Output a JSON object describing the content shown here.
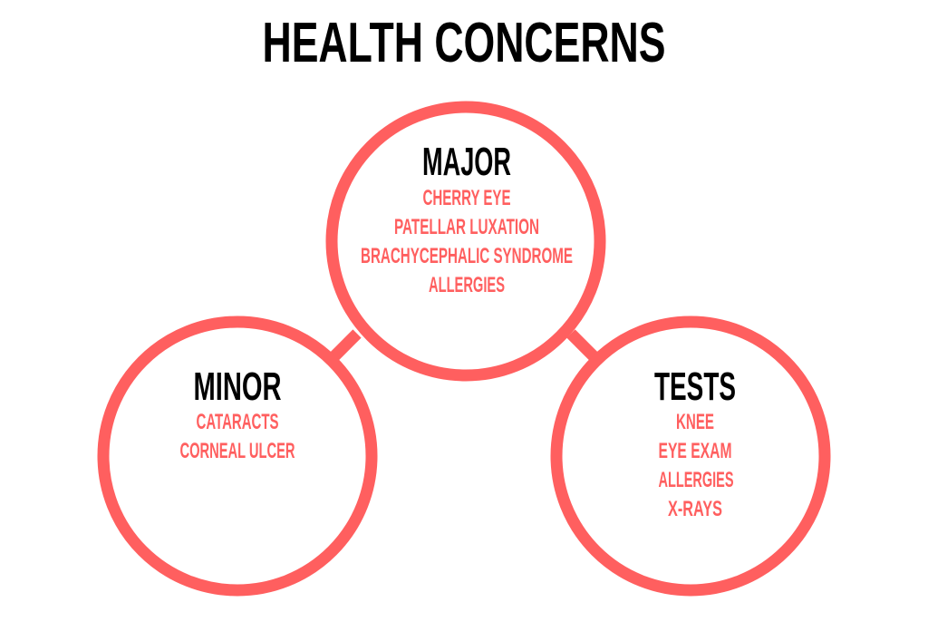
{
  "title": "HEALTH CONCERNS",
  "colors": {
    "accent": "#FF5F5F",
    "heading": "#000000",
    "background": "#FFFFFF"
  },
  "groups": {
    "major": {
      "heading": "MAJOR",
      "items": [
        "CHERRY EYE",
        "PATELLAR LUXATION",
        "BRACHYCEPHALIC SYNDROME",
        "ALLERGIES"
      ]
    },
    "minor": {
      "heading": "MINOR",
      "items": [
        "CATARACTS",
        "CORNEAL ULCER"
      ]
    },
    "tests": {
      "heading": "TESTS",
      "items": [
        "KNEE",
        "EYE EXAM",
        "ALLERGIES",
        "X-RAYS"
      ]
    }
  }
}
